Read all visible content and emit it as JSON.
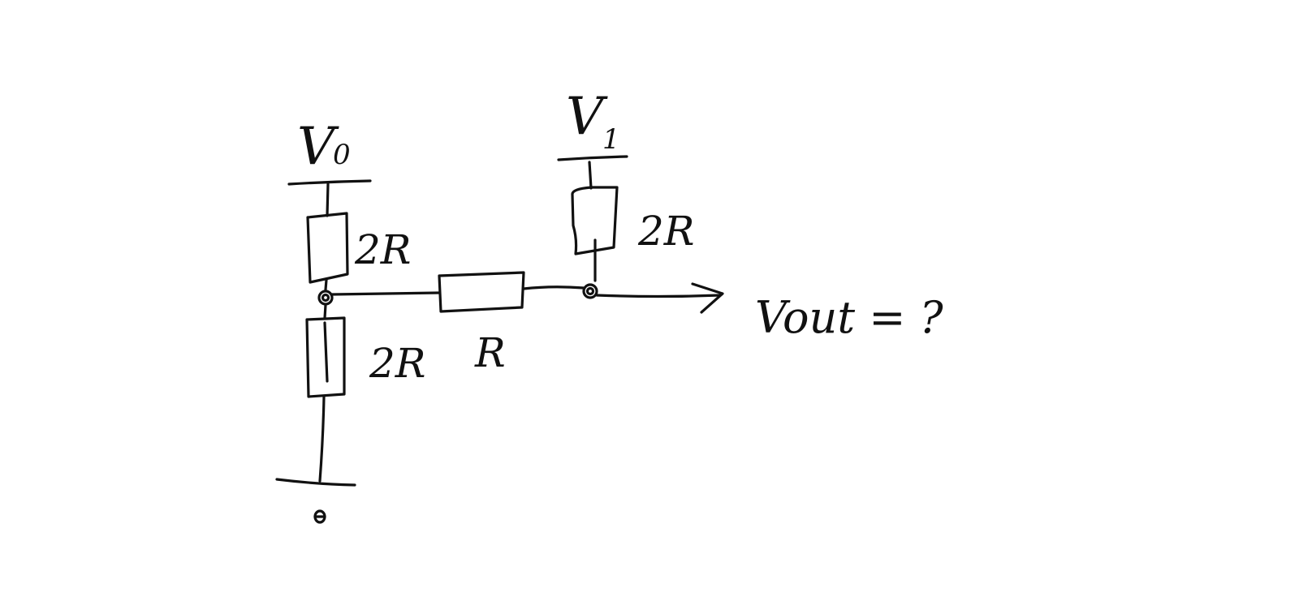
{
  "diagram": {
    "labels": {
      "v0": {
        "main": "V",
        "sub": "0"
      },
      "v1": {
        "main": "V",
        "sub": "1"
      },
      "resistor_top_left": "2R",
      "resistor_bottom_left": "2R",
      "resistor_top_right": "2R",
      "resistor_middle": "R",
      "output": "Vout = ?",
      "ground": "0"
    }
  }
}
